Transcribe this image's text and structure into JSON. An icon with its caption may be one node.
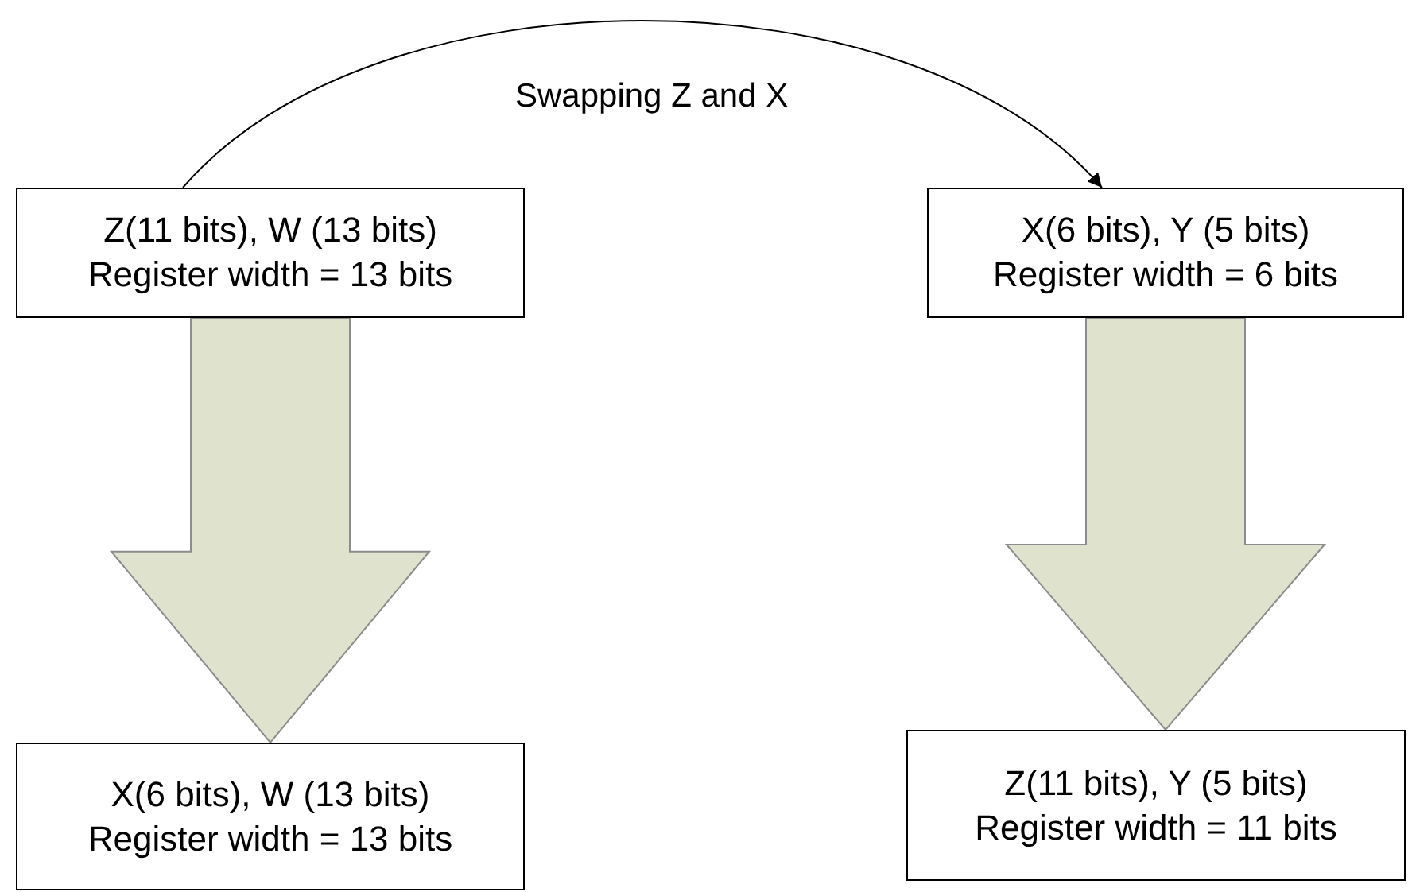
{
  "diagram": {
    "nodes": [
      {
        "text": [
          "Z(11 bits), W (13 bits)",
          "Register width = 13 bits"
        ]
      },
      {
        "text": [
          "X(6 bits), Y (5 bits)",
          "Register width = 6 bits"
        ]
      },
      {
        "text": [
          "X(6 bits), W (13 bits)",
          "Register width = 13 bits"
        ]
      },
      {
        "text": [
          "Z(11 bits), Y (5 bits)",
          "Register width = 11 bits"
        ]
      }
    ],
    "edges": [
      {
        "from": 0,
        "to": 1,
        "arrow": "to",
        "label": "Swapping Z and X"
      },
      {
        "from": 0,
        "to": 2,
        "arrow": "to",
        "style": "thick"
      },
      {
        "from": 1,
        "to": 3,
        "arrow": "to",
        "style": "thick"
      }
    ]
  }
}
